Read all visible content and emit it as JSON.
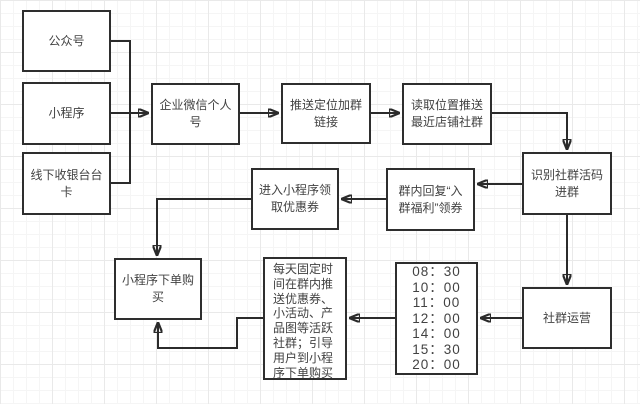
{
  "diagram": {
    "type": "flowchart",
    "colors": {
      "background": "#ffffff",
      "grid_minor": "#f5f5f5",
      "grid_major": "#e9e9e9",
      "box_border": "#2e2e2e",
      "connector": "#2b2b2b",
      "text": "#424242"
    },
    "nodes": {
      "official_account": {
        "label": "公众号"
      },
      "mini_program": {
        "label": "小程序"
      },
      "offline_counter_card": {
        "label": "线下收银台台卡"
      },
      "wecom_personal_account": {
        "label": "企业微信个人号"
      },
      "push_location_group_link": {
        "label": "推送定位加群链接"
      },
      "read_location_push_store_group": {
        "label": "读取位置推送最近店铺社群"
      },
      "scan_group_qr_join": {
        "label": "识别社群活码进群"
      },
      "group_reply_welfare": {
        "label": "群内回复“入群福利”领券"
      },
      "enter_miniprogram_claim_coupon": {
        "label": "进入小程序领取优惠券"
      },
      "miniprogram_order_purchase": {
        "label": "小程序下单购买"
      },
      "daily_group_push": {
        "label": "每天固定时间在群内推送优惠券、小活动、产品图等活跃社群；引导用户到小程序下单购买"
      },
      "community_operation": {
        "label": "社群运营"
      }
    },
    "schedule": {
      "times": [
        "08：30",
        "10：00",
        "11：00",
        "12：00",
        "14：00",
        "15：30",
        "20：00"
      ]
    },
    "edges": [
      {
        "from": "official_account",
        "to": "wecom_personal_account"
      },
      {
        "from": "mini_program",
        "to": "wecom_personal_account"
      },
      {
        "from": "offline_counter_card",
        "to": "wecom_personal_account"
      },
      {
        "from": "wecom_personal_account",
        "to": "push_location_group_link"
      },
      {
        "from": "push_location_group_link",
        "to": "read_location_push_store_group"
      },
      {
        "from": "read_location_push_store_group",
        "to": "scan_group_qr_join"
      },
      {
        "from": "scan_group_qr_join",
        "to": "group_reply_welfare"
      },
      {
        "from": "group_reply_welfare",
        "to": "enter_miniprogram_claim_coupon"
      },
      {
        "from": "enter_miniprogram_claim_coupon",
        "to": "miniprogram_order_purchase"
      },
      {
        "from": "scan_group_qr_join",
        "to": "community_operation"
      },
      {
        "from": "community_operation",
        "to": "schedule_times"
      },
      {
        "from": "schedule_times",
        "to": "daily_group_push"
      },
      {
        "from": "daily_group_push",
        "to": "miniprogram_order_purchase"
      }
    ]
  }
}
